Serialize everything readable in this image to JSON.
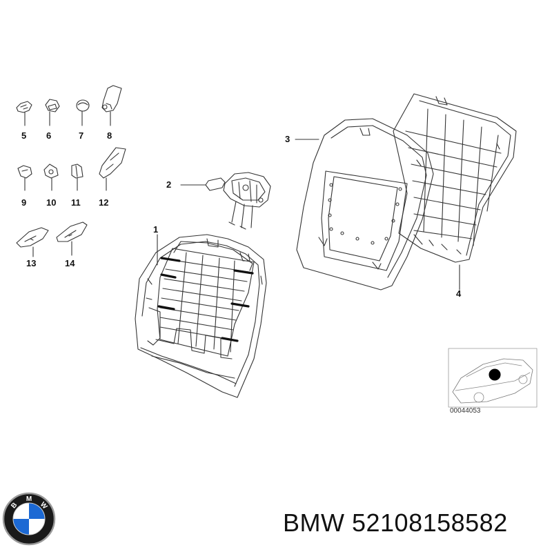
{
  "labels": {
    "p1": "1",
    "p2": "2",
    "p3": "3",
    "p4": "4",
    "p5": "5",
    "p6": "6",
    "p7": "7",
    "p8": "8",
    "p9": "9",
    "p10": "10",
    "p11": "11",
    "p12": "12",
    "p13": "13",
    "p14": "14"
  },
  "inset": {
    "code": "00044053"
  },
  "caption": {
    "brand": "BMW",
    "part_number": "52108158582",
    "text": "BMW 52108158582"
  },
  "logo": {
    "letters": "BMW",
    "colors": {
      "blue": "#1c69d4",
      "white": "#ffffff",
      "ring": "#1a1a1a",
      "rim": "#9a9a9a"
    }
  },
  "colors": {
    "line": "#333333",
    "label": "#111111"
  }
}
